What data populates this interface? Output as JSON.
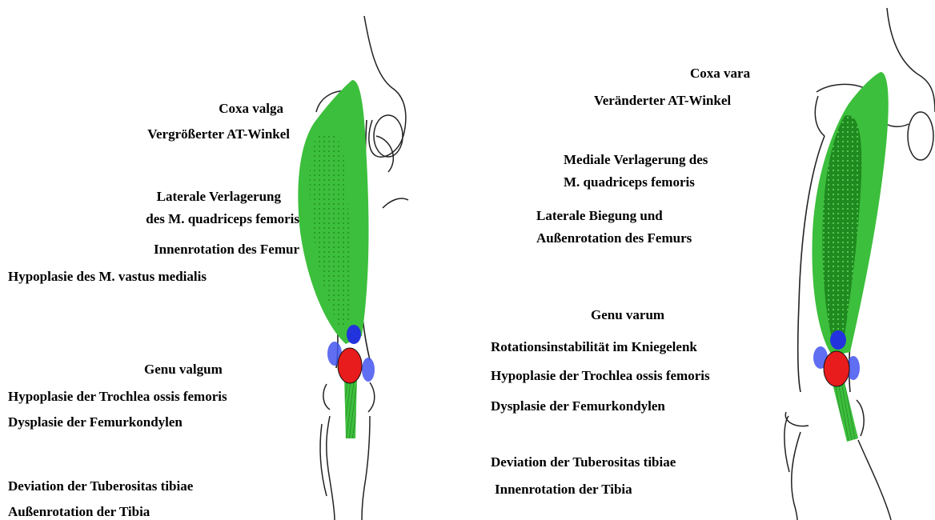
{
  "colors": {
    "muscle": "#3cbf3c",
    "muscle_dark": "#1f8a1f",
    "patella": "#e81c1c",
    "condyle": "#2233dd",
    "bone_stroke": "#222222"
  },
  "left": {
    "labels": {
      "coxa": "Coxa valga",
      "at_winkel": "Vergrößerter AT-Winkel",
      "lateral_1": "Laterale Verlagerung",
      "lateral_2": "des M. quadriceps femoris",
      "innenrot_femur": "Innenrotation des Femur",
      "hypoplasie_vastus": "Hypoplasie des M. vastus medialis",
      "genu": "Genu valgum",
      "hypoplasie_trochlea": "Hypoplasie der Trochlea ossis femoris",
      "dysplasie": "Dysplasie der Femurkondylen",
      "deviation": "Deviation der Tuberositas tibiae",
      "aussenrot_tibia": "Außenrotation der Tibia"
    }
  },
  "right": {
    "labels": {
      "coxa": "Coxa vara",
      "at_winkel": "Veränderter AT-Winkel",
      "medial_1": "Mediale Verlagerung des",
      "medial_2": "M. quadriceps femoris",
      "lateral_biegung_1": "Laterale Biegung und",
      "lateral_biegung_2": "Außenrotation des Femurs",
      "genu": "Genu varum",
      "rotation": "Rotationsinstabilität im Kniegelenk",
      "hypoplasie_trochlea": "Hypoplasie der Trochlea ossis femoris",
      "dysplasie": "Dysplasie der Femurkondylen",
      "deviation": "Deviation der Tuberositas tibiae",
      "innenrot_tibia": "Innenrotation der Tibia"
    }
  }
}
